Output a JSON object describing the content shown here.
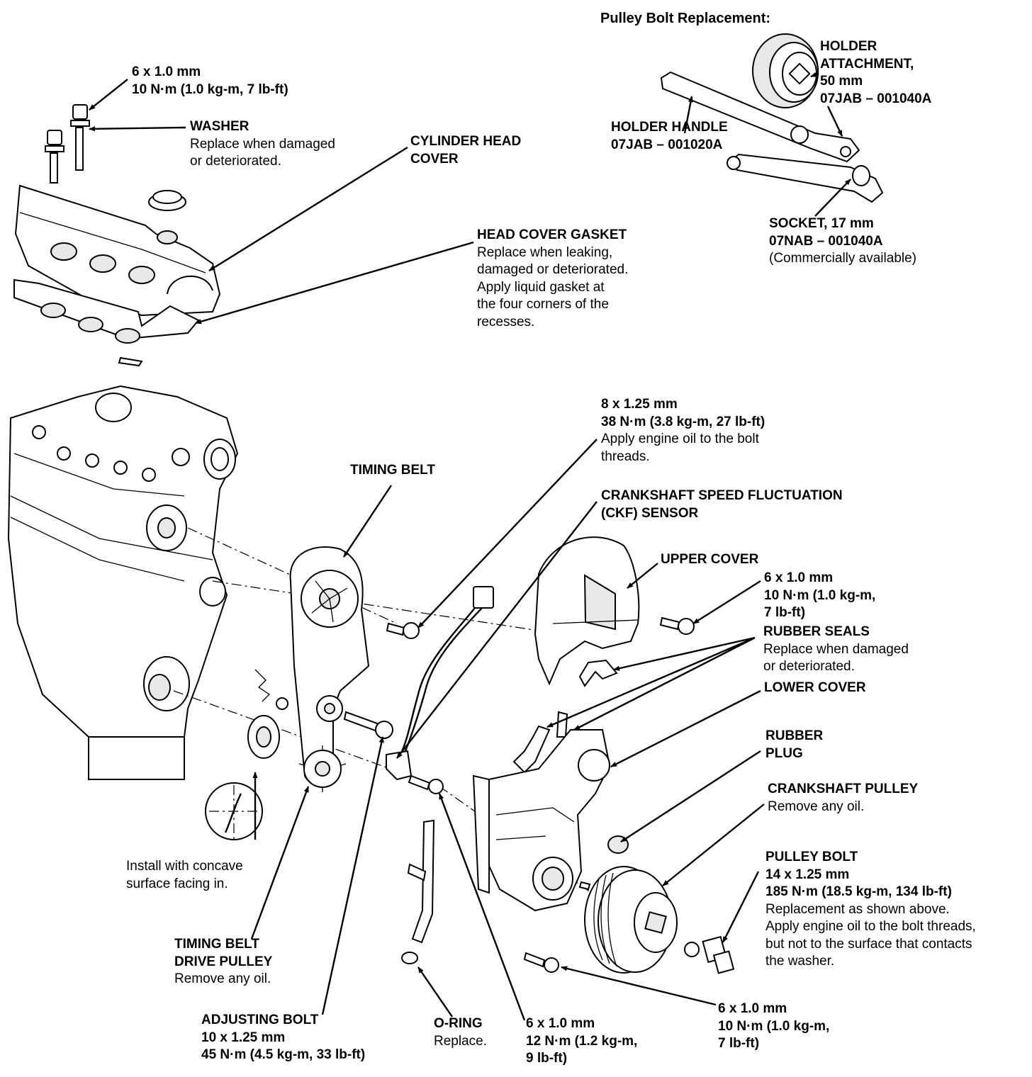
{
  "title": "Pulley Bolt Replacement:",
  "labels": {
    "top_bolt": {
      "spec": "6 x 1.0 mm",
      "torque": "10 N·m (1.0 kg-m, 7 lb-ft)"
    },
    "washer": {
      "name": "WASHER",
      "note1": "Replace when damaged",
      "note2": "or deteriorated."
    },
    "cylinder_head_cover": {
      "line1": "CYLINDER HEAD",
      "line2": "COVER"
    },
    "head_cover_gasket": {
      "name": "HEAD COVER GASKET",
      "note1": "Replace when leaking,",
      "note2": "damaged or deteriorated.",
      "note3": "Apply liquid gasket at",
      "note4": "the four corners of the",
      "note5": "recesses."
    },
    "holder_attachment": {
      "line1": "HOLDER",
      "line2": "ATTACHMENT,",
      "line3": "50 mm",
      "line4": "07JAB – 001040A"
    },
    "holder_handle": {
      "line1": "HOLDER HANDLE",
      "line2": "07JAB – 001020A"
    },
    "socket": {
      "line1": "SOCKET, 17 mm",
      "line2": "07NAB – 001040A",
      "line3": "(Commercially available)"
    },
    "ckf_bolt": {
      "spec": "8 x 1.25 mm",
      "torque": "38 N·m (3.8 kg-m, 27 lb-ft)",
      "note1": "Apply engine oil to the bolt",
      "note2": "threads."
    },
    "timing_belt": {
      "name": "TIMING BELT"
    },
    "ckf_sensor": {
      "line1": "CRANKSHAFT SPEED FLUCTUATION",
      "line2": "(CKF) SENSOR"
    },
    "upper_cover": {
      "name": "UPPER COVER"
    },
    "upper_cover_bolt": {
      "spec": "6 x 1.0 mm",
      "torque1": "10 N·m (1.0 kg-m,",
      "torque2": "7 lb-ft)"
    },
    "rubber_seals": {
      "name": "RUBBER SEALS",
      "note1": "Replace when damaged",
      "note2": "or deteriorated."
    },
    "lower_cover": {
      "name": "LOWER COVER"
    },
    "rubber_plug": {
      "line1": "RUBBER",
      "line2": "PLUG"
    },
    "crankshaft_pulley": {
      "name": "CRANKSHAFT PULLEY",
      "note": "Remove any oil."
    },
    "pulley_bolt": {
      "name": "PULLEY BOLT",
      "spec": "14 x 1.25 mm",
      "torque": "185 N·m (18.5 kg-m, 134 lb-ft)",
      "note1": "Replacement as shown above.",
      "note2": "Apply engine oil to the bolt threads,",
      "note3": "but not to the surface that contacts",
      "note4": "the washer."
    },
    "concave": {
      "note1": "Install with concave",
      "note2": "surface facing in."
    },
    "drive_pulley": {
      "line1": "TIMING BELT",
      "line2": "DRIVE PULLEY",
      "note": "Remove any oil."
    },
    "adjusting_bolt": {
      "name": "ADJUSTING BOLT",
      "spec": "10 x 1.25 mm",
      "torque": "45 N·m (4.5 kg-m, 33 lb-ft)"
    },
    "o_ring": {
      "name": "O-RING",
      "note": "Replace."
    },
    "dipstick_bolt": {
      "spec": "6 x 1.0 mm",
      "torque1": "12 N·m (1.2 kg-m,",
      "torque2": "9 lb-ft)"
    },
    "lower_cover_bolt": {
      "spec": "6 x 1.0 mm",
      "torque1": "10 N·m (1.0 kg-m,",
      "torque2": "7 lb-ft)"
    }
  }
}
